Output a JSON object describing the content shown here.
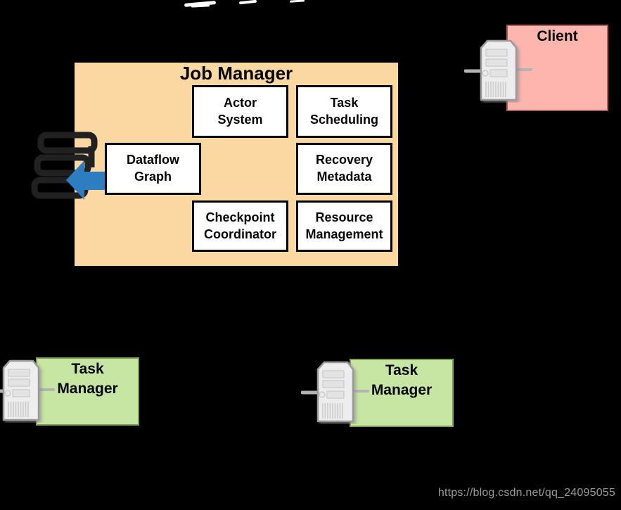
{
  "page": {
    "background": "#000000"
  },
  "artifacts": {
    "top_dashes_color": "#FFFFFF"
  },
  "job_manager": {
    "title": "Job Manager",
    "fill": "#FBD7A1",
    "border": "#000000",
    "components": [
      {
        "id": "actor-system",
        "label": "Actor\nSystem"
      },
      {
        "id": "task-scheduling",
        "label": "Task\nScheduling"
      },
      {
        "id": "dataflow-graph",
        "label": "Dataflow\nGraph"
      },
      {
        "id": "recovery-metadata",
        "label": "Recovery\nMetadata"
      },
      {
        "id": "checkpoint-coordinator",
        "label": "Checkpoint\nCoordinator"
      },
      {
        "id": "resource-management",
        "label": "Resource\nManagement"
      }
    ]
  },
  "client": {
    "title": "Client",
    "fill": "#FDB5AE",
    "border": "#A85F58"
  },
  "task_managers": [
    {
      "label": "Task\nManager"
    },
    {
      "label": "Task\nManager"
    }
  ],
  "task_manager_style": {
    "fill": "#C7E5A3",
    "border": "#7FA050"
  },
  "icons": {
    "server_tower": "server-tower-icon",
    "stack": "dataflow-stack-icon",
    "arrow": "left-arrow-icon",
    "arrow_color": "#2D7EC0",
    "stack_color": "#212121"
  },
  "watermark": {
    "text": "https://blog.csdn.net/qq_24095055",
    "color": "#9A9A9A"
  }
}
